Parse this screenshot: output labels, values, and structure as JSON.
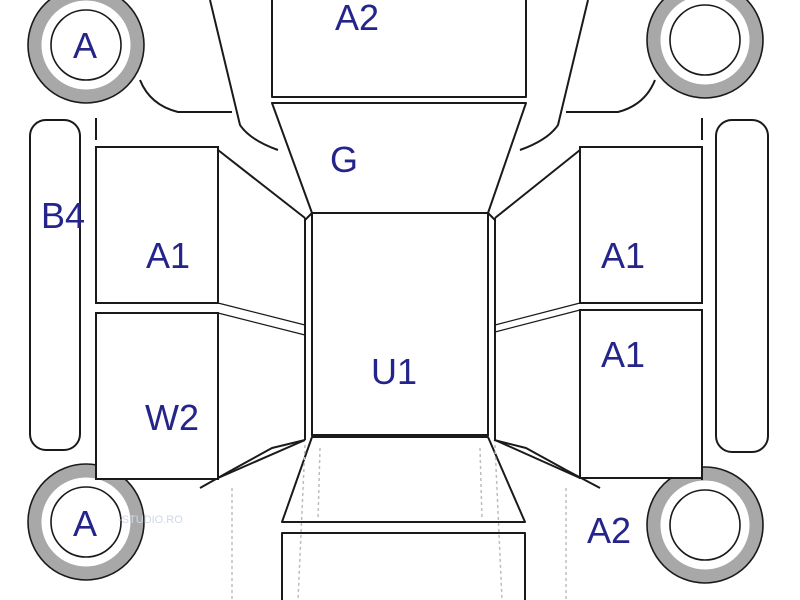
{
  "damage_codes": {
    "wheel_front_left": "A",
    "wheel_rear_left": "A",
    "hood": "A2",
    "windshield": "G",
    "left_side_sill": "B4",
    "left_front_door": "A1",
    "left_rear_door": "W2",
    "right_front_door": "A1",
    "right_rear_door": "A1",
    "roof": "U1",
    "rear_right_quarter": "A2"
  },
  "watermark": "-STUDIO.RO",
  "colors": {
    "code_text": "#24248a",
    "tire": "#a8a8a8",
    "outline": "#1a1a1a"
  }
}
